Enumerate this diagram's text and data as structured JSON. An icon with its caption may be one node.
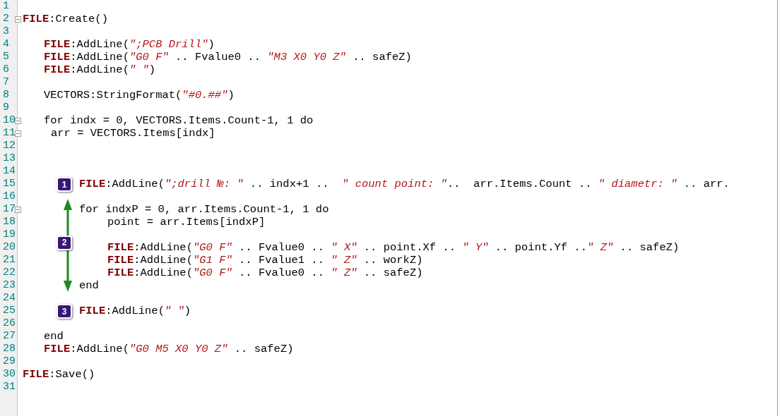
{
  "diagram": {
    "nodes": [
      {
        "text": [
          "1"
        ]
      },
      {
        "text": [
          "2"
        ]
      },
      {
        "text": [
          "3"
        ]
      }
    ],
    "labels": [
      "1",
      "2",
      "**FILE**:Create()",
      "3",
      "4",
      "**FILE**:AddLine(*\";PCB Drill\"*)",
      "5",
      "**FILE**:AddLine(*\"G0 F\"* .. Fvalue0 .. *\"M3 X0 Y0 Z\"* .. safeZ)",
      "6",
      "**FILE**:AddLine(*\" \"*)",
      "7",
      "8",
      "VECTORS:StringFormat(*\"#0.##\"*)",
      "9",
      "10",
      "for indx = 0, VECTORS.Items.Count-1, 1 do",
      "11",
      "arr = VECTORS.Items[indx]",
      "12",
      "13",
      "14",
      "15",
      "**FILE**:AddLine(*\";drill №: \"* .. indx+1 ..  *\" count point: \"*..  arr.Items.Count .. *\" diametr: \"* .. arr.",
      "16",
      "17",
      "for indxP = 0, arr.Items.Count-1, 1 do",
      "18",
      "point = arr.Items[indxP]",
      "19",
      "20",
      "**FILE**:AddLine(*\"G0 F\"* .. Fvalue0 .. *\" X\"* .. point.Xf .. *\" Y\"* .. point.Yf ..*\" Z\"* .. safeZ)",
      "21",
      "**FILE**:AddLine(*\"G1 F\"* .. Fvalue1 .. *\" Z\"* .. workZ)",
      "22",
      "**FILE**:AddLine(*\"G0 F\"* .. Fvalue0 .. *\" Z\"* .. safeZ)",
      "23",
      "end",
      "24",
      "25",
      "**FILE**:AddLine(*\" \"*)",
      "26",
      "27",
      "end",
      "28",
      "**FILE**:AddLine(*\"G0 M5 X0 Y0 Z\"* .. safeZ)",
      "29",
      "30",
      "**FILE**:Save()",
      "31"
    ]
  }
}
